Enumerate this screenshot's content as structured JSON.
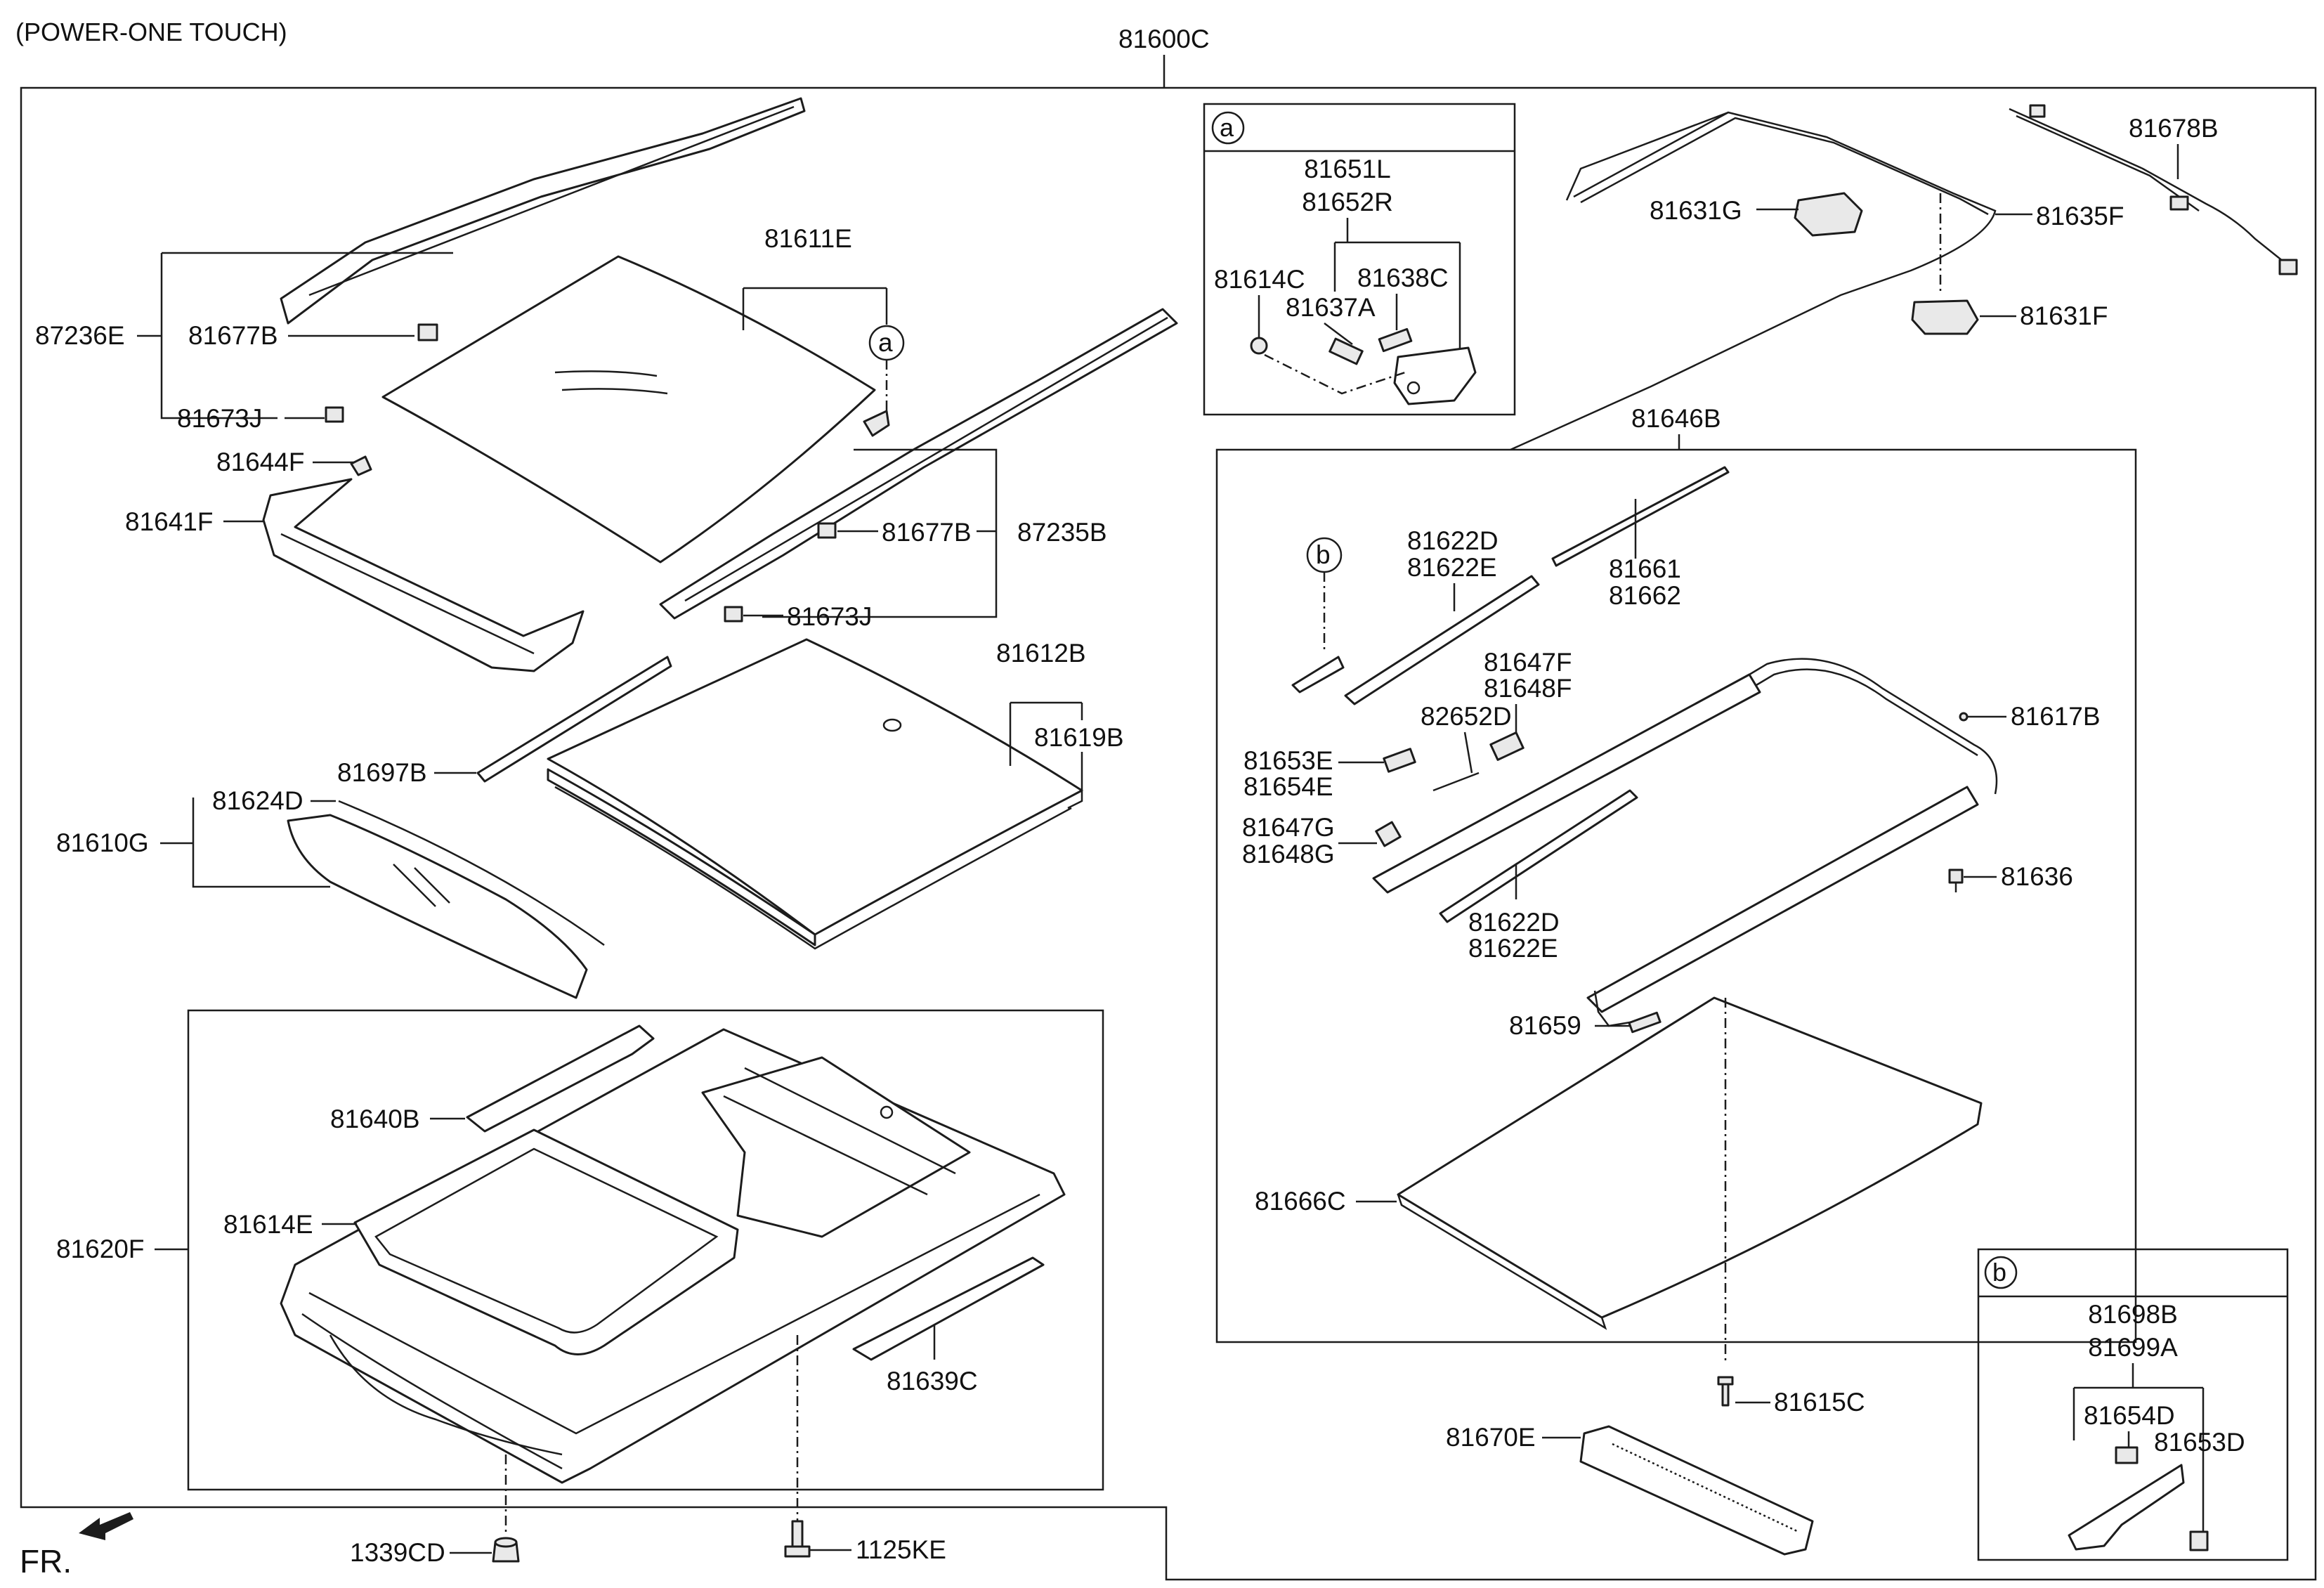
{
  "header": {
    "variant_note": "(POWER-ONE TOUCH)",
    "assembly_number": "81600C"
  },
  "orientation": {
    "label": "FR."
  },
  "callouts": {
    "a": "a",
    "b": "b"
  },
  "detail_a": {
    "title": "a",
    "labels": [
      "81651L",
      "81652R",
      "81614C",
      "81638C",
      "81637A"
    ]
  },
  "detail_b": {
    "title": "b",
    "labels": [
      "81698B",
      "81699A",
      "81654D",
      "81653D"
    ]
  },
  "parts": {
    "p81611E": "81611E",
    "p87236E": "87236E",
    "p81677B_l": "81677B",
    "p81673J_l": "81673J",
    "p81644F": "81644F",
    "p81641F": "81641F",
    "p81677B_r": "81677B",
    "p87235B": "87235B",
    "p81673J_r": "81673J",
    "p81612B": "81612B",
    "p81619B": "81619B",
    "p81697B": "81697B",
    "p81624D": "81624D",
    "p81610G": "81610G",
    "p81640B": "81640B",
    "p81614E": "81614E",
    "p81620F": "81620F",
    "p81639C": "81639C",
    "p1339CD": "1339CD",
    "p1125KE": "1125KE",
    "p81678B": "81678B",
    "p81631G": "81631G",
    "p81635F": "81635F",
    "p81631F": "81631F",
    "p81646B": "81646B",
    "p81622D_a": "81622D",
    "p81622E_a": "81622E",
    "p81661": "81661",
    "p81662": "81662",
    "p81647F": "81647F",
    "p81648F": "81648F",
    "p82652D": "82652D",
    "p81617B": "81617B",
    "p81653E": "81653E",
    "p81654E": "81654E",
    "p81647G": "81647G",
    "p81648G": "81648G",
    "p81636": "81636",
    "p81622D_b": "81622D",
    "p81622E_b": "81622E",
    "p81659": "81659",
    "p81666C": "81666C",
    "p81615C": "81615C",
    "p81670E": "81670E"
  }
}
